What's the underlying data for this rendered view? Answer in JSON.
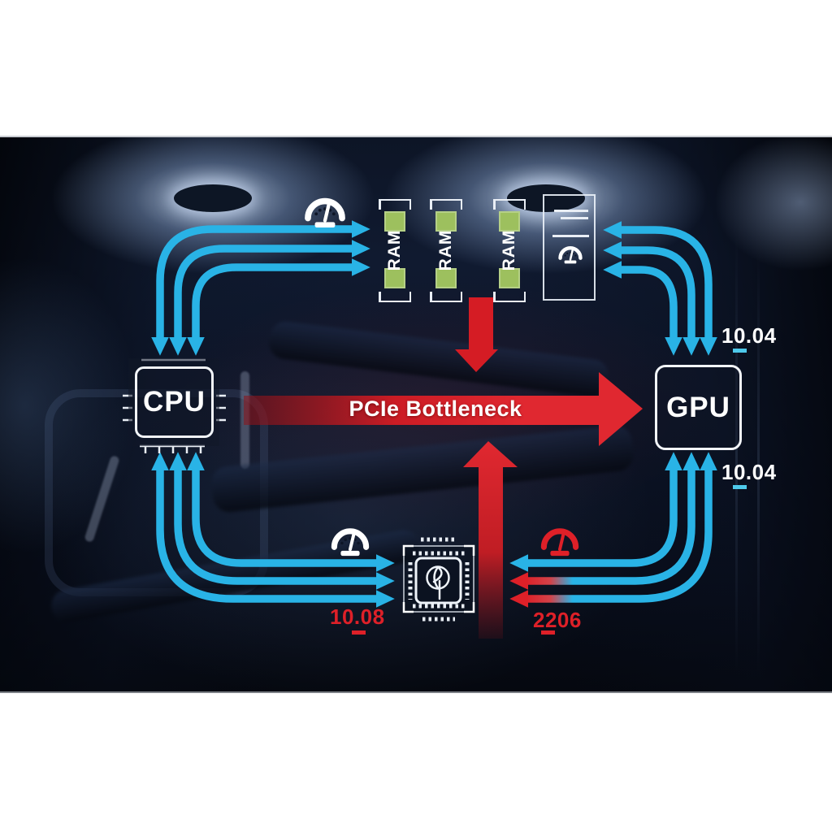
{
  "diagram": {
    "bottleneck_label": "PCIe Bottleneck",
    "cpu": {
      "label": "CPU"
    },
    "gpu": {
      "label": "GPU"
    },
    "ram_modules": [
      {
        "label": "RAM"
      },
      {
        "label": "RAM"
      },
      {
        "label": "RAM"
      }
    ],
    "metrics": {
      "gpu_top": "10.04",
      "gpu_bottom": "10.04",
      "chipset_left": "10.08",
      "chipset_right": "2206"
    },
    "icon_names": {
      "gauge_white_top": "speedometer-gauge",
      "gauge_white_bottom": "speedometer-gauge",
      "gauge_red_bottom": "speedometer-gauge",
      "gauge_module": "speedometer-gauge",
      "chipset": "chipset-chip",
      "io_module": "io-module-panel"
    },
    "colors": {
      "cyan": "#29b3e6",
      "red": "#de2028",
      "green": "#9dc05e",
      "arrow_red_bright": "#e02830"
    }
  }
}
